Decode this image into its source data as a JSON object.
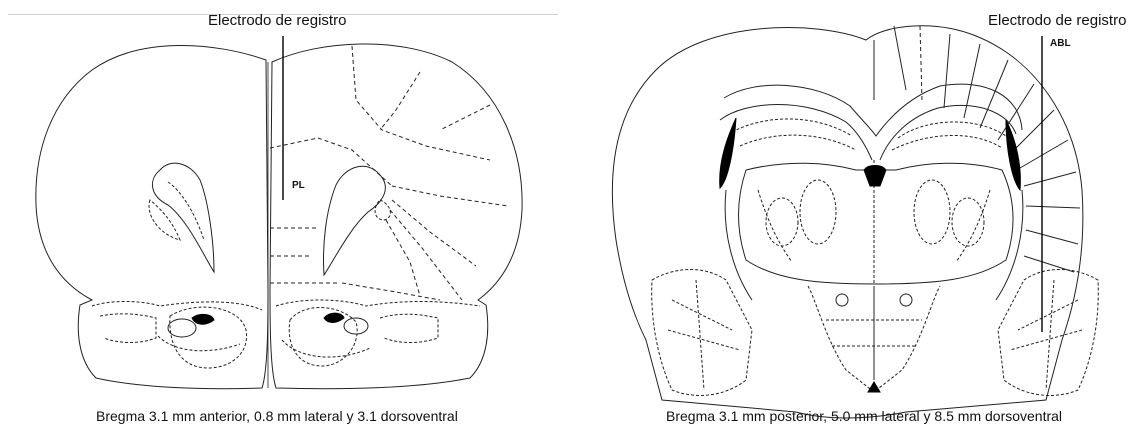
{
  "left_panel": {
    "electrode_label": "Electrodo de registro",
    "region_label": "PL",
    "caption": "Bregma 3.1 mm anterior, 0.8 mm lateral y 3.1 dorsoventral"
  },
  "right_panel": {
    "electrode_label": "Electrodo de registro",
    "region_label": "ABL",
    "caption": "Bregma 3.1 mm posterior, 5.0 mm lateral y 8.5 mm dorsoventral"
  }
}
